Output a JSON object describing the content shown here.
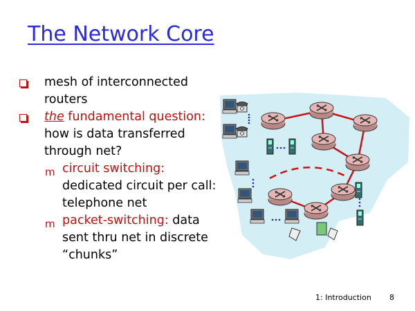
{
  "slide": {
    "title": "The Network Core",
    "bullets": [
      {
        "text": "mesh of interconnected routers"
      },
      {
        "emphasis": "the",
        "lead": " fundamental question:",
        "text": " how is data transferred through net?"
      }
    ],
    "sub_bullets": [
      {
        "term": "circuit switching:",
        "text": " dedicated circuit per call: telephone net"
      },
      {
        "term": "packet-switching:",
        "text": " data sent thru net in discrete “chunks”"
      }
    ],
    "footer": {
      "label": "1: Introduction",
      "page": "8"
    }
  },
  "colors": {
    "title": "#2a2ad8",
    "accent_red": "#c01010",
    "cloud": "#d4eef6",
    "router": "#e6b6b4"
  },
  "icons": [
    "router-icon",
    "telephone-icon",
    "computer-icon",
    "server-icon",
    "dashed-link"
  ]
}
